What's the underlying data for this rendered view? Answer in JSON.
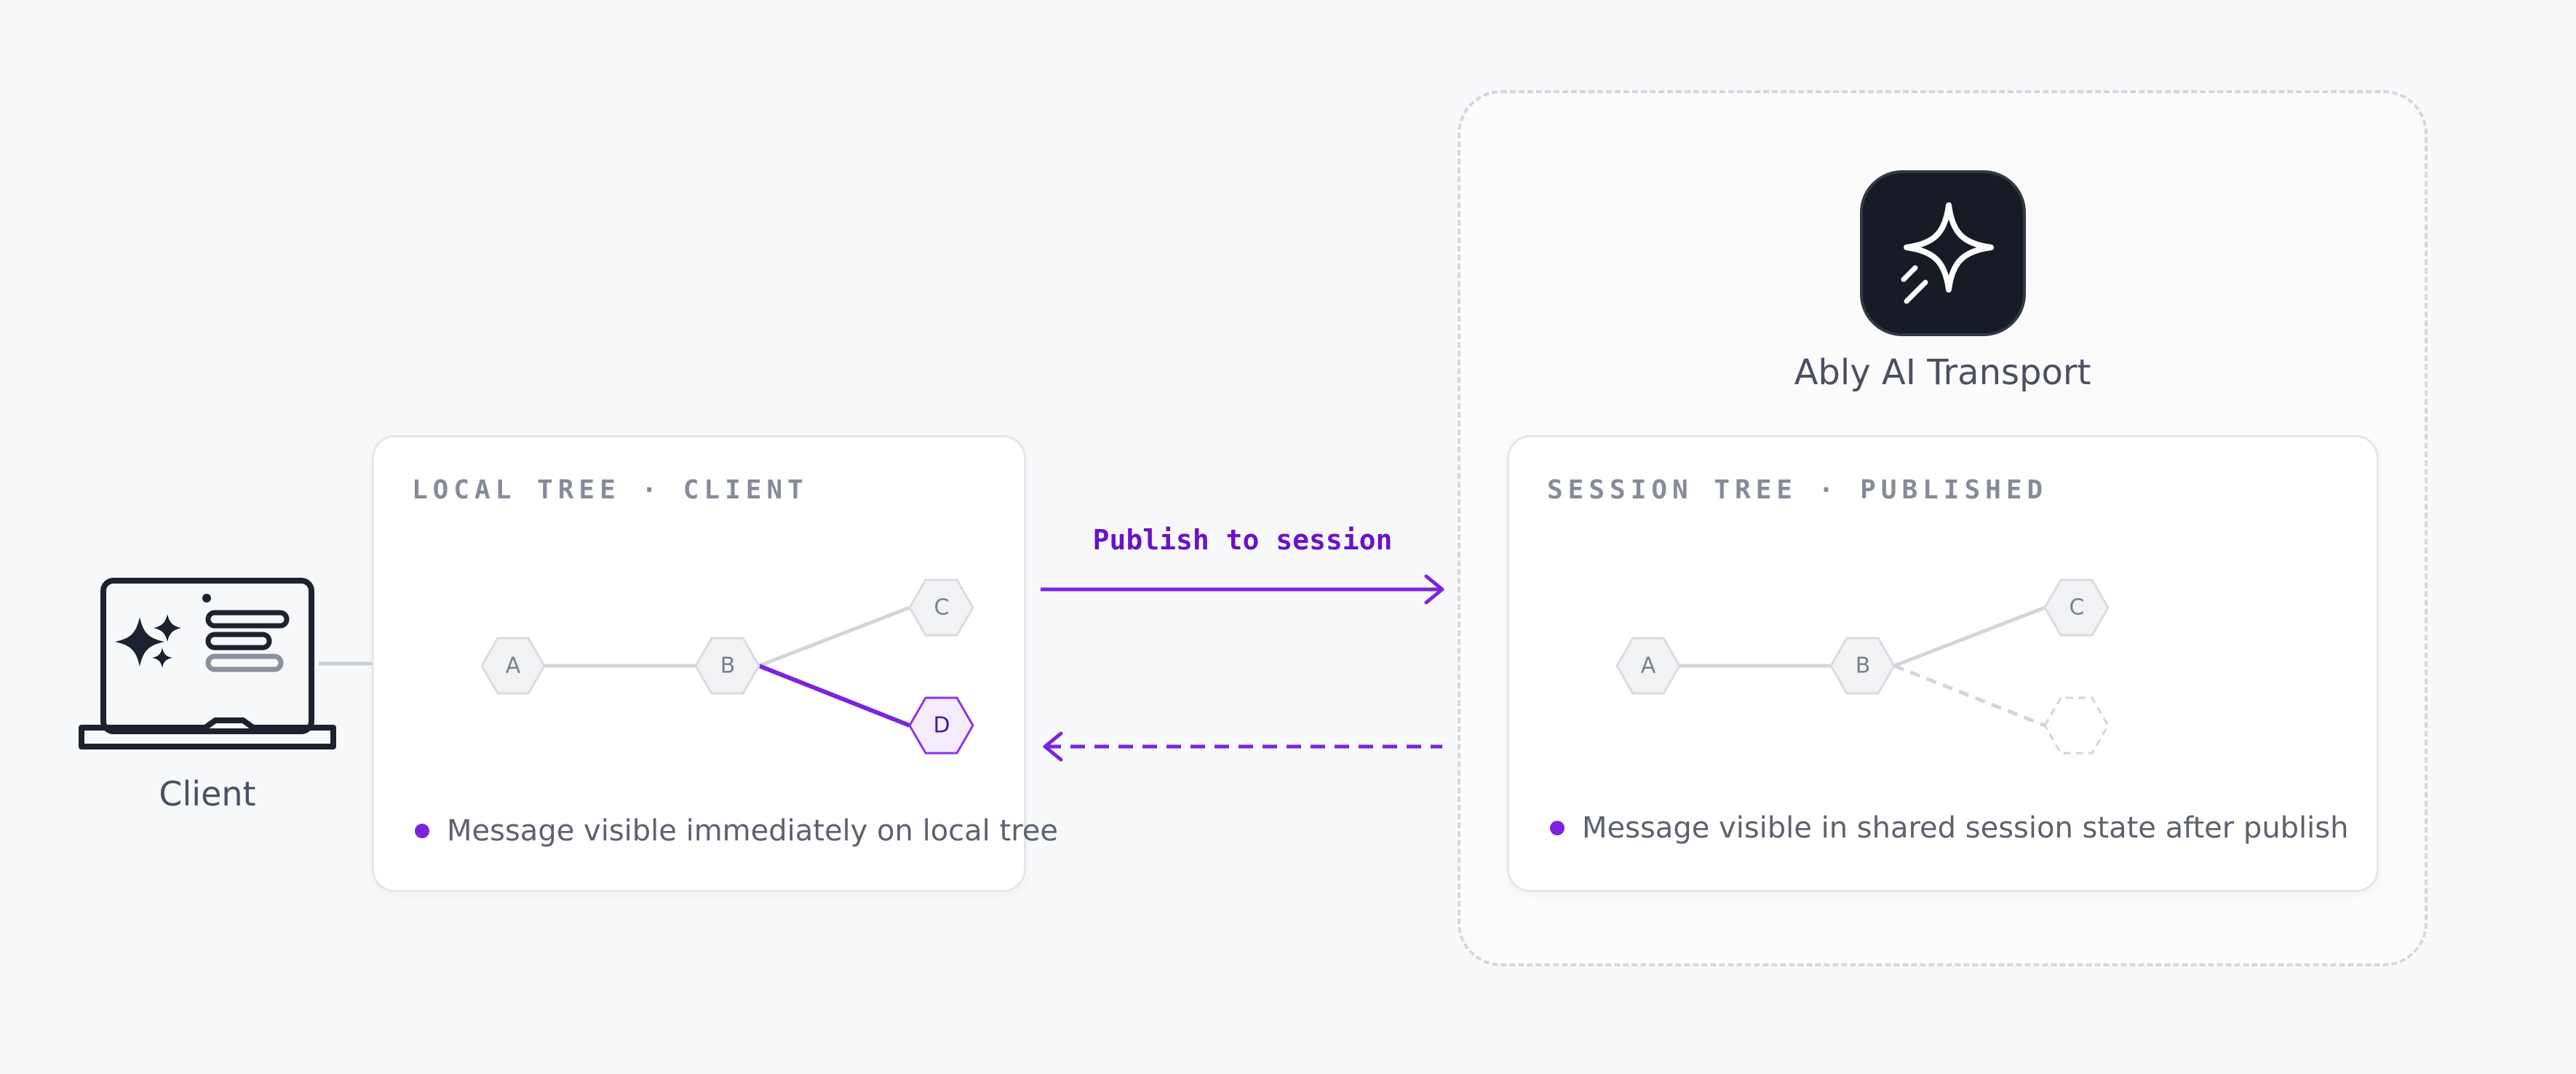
{
  "colors": {
    "accent": "#7c22e0",
    "accent_dark": "#6b12c8",
    "node_fill": "#f1f2f4",
    "node_stroke": "#d9dbe0",
    "edge": "#d3d5da",
    "icon_bg": "#161b25"
  },
  "client": {
    "label": "Client",
    "icon": "laptop-sparkle-icon"
  },
  "local_tree": {
    "title": "LOCAL TREE · CLIENT",
    "legend": "Message visible immediately on local tree",
    "nodes": [
      {
        "id": "A",
        "label": "A",
        "state": "default"
      },
      {
        "id": "B",
        "label": "B",
        "state": "default"
      },
      {
        "id": "C",
        "label": "C",
        "state": "default"
      },
      {
        "id": "D",
        "label": "D",
        "state": "highlighted"
      }
    ],
    "edges": [
      {
        "from": "A",
        "to": "B",
        "style": "solid"
      },
      {
        "from": "B",
        "to": "C",
        "style": "solid"
      },
      {
        "from": "B",
        "to": "D",
        "style": "accent"
      }
    ]
  },
  "flow": {
    "publish_label": "Publish to session",
    "forward_style": "solid",
    "return_style": "dashed"
  },
  "service": {
    "label": "Ably AI Transport",
    "icon": "sparkle-icon"
  },
  "session_tree": {
    "title": "SESSION TREE · PUBLISHED",
    "legend": "Message visible in shared session state after publish",
    "nodes": [
      {
        "id": "A",
        "label": "A",
        "state": "default"
      },
      {
        "id": "B",
        "label": "B",
        "state": "default"
      },
      {
        "id": "C",
        "label": "C",
        "state": "default"
      },
      {
        "id": "P",
        "label": "",
        "state": "placeholder"
      }
    ],
    "edges": [
      {
        "from": "A",
        "to": "B",
        "style": "solid"
      },
      {
        "from": "B",
        "to": "C",
        "style": "solid"
      },
      {
        "from": "B",
        "to": "P",
        "style": "dashed"
      }
    ]
  }
}
